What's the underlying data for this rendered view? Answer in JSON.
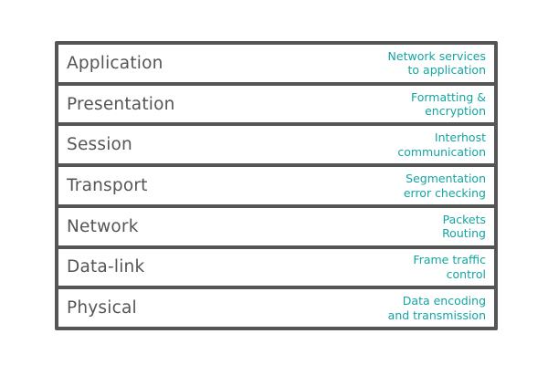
{
  "colors": {
    "border": "#555555",
    "layer_name": "#555555",
    "description": "#13a5a0",
    "background": "#ffffff"
  },
  "layers": [
    {
      "name": "Application",
      "description": [
        "Network services",
        "to application"
      ]
    },
    {
      "name": "Presentation",
      "description": [
        "Formatting &",
        "encryption"
      ]
    },
    {
      "name": "Session",
      "description": [
        "Interhost",
        "communication"
      ]
    },
    {
      "name": "Transport",
      "description": [
        "Segmentation",
        "error checking"
      ]
    },
    {
      "name": "Network",
      "description": [
        "Packets",
        "Routing"
      ]
    },
    {
      "name": "Data-link",
      "description": [
        "Frame traffic",
        "control"
      ]
    },
    {
      "name": "Physical",
      "description": [
        "Data encoding",
        "and transmission"
      ]
    }
  ]
}
